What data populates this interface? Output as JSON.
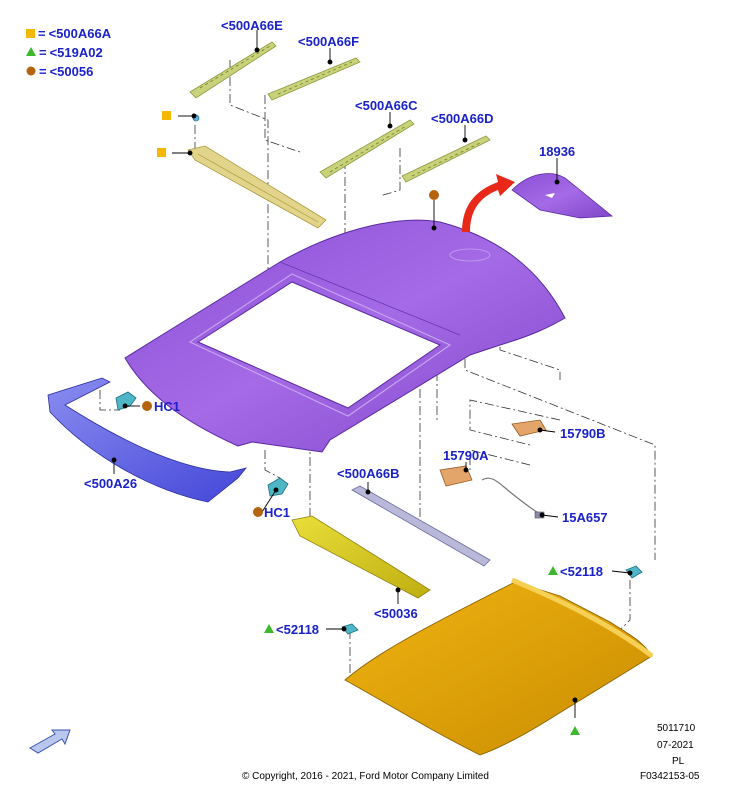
{
  "colors": {
    "part_label": "#1a22c8",
    "legend_square": "#f5b800",
    "legend_triangle": "#3cb82e",
    "legend_circle": "#b4630f",
    "roof_panel": "#9b5de0",
    "trim_blue": "#6b6ee8",
    "liner": "#e0a300",
    "rail_yellow": "#d6c84a",
    "arrow_red": "#e82818"
  },
  "legend": [
    {
      "symbol": "square",
      "equals": "=",
      "text": "<500A66A"
    },
    {
      "symbol": "triangle",
      "equals": "=",
      "text": "<519A02"
    },
    {
      "symbol": "circle",
      "equals": "=",
      "text": "<50056"
    }
  ],
  "callouts": {
    "p500A66E": "<500A66E",
    "p500A66F": "<500A66F",
    "p500A66C": "<500A66C",
    "p500A66D": "<500A66D",
    "p18936": "18936",
    "hc1_a": "HC1",
    "hc1_b": "HC1",
    "p500A26": "<500A26",
    "p15790B": "15790B",
    "p15790A": "15790A",
    "p500A66B": "<500A66B",
    "p15A657": "15A657",
    "p52118_a": "<52118",
    "p52118_b": "<52118",
    "p50036": "<50036"
  },
  "footer": {
    "doc_number": "5011710",
    "date": "07-2021",
    "lang": "PL",
    "figure_id": "F0342153-05",
    "copyright": "© Copyright, 2016 - 2021, Ford Motor Company Limited"
  },
  "icons": [
    "navigation-arrow-icon",
    "rotate-arrow-icon"
  ]
}
